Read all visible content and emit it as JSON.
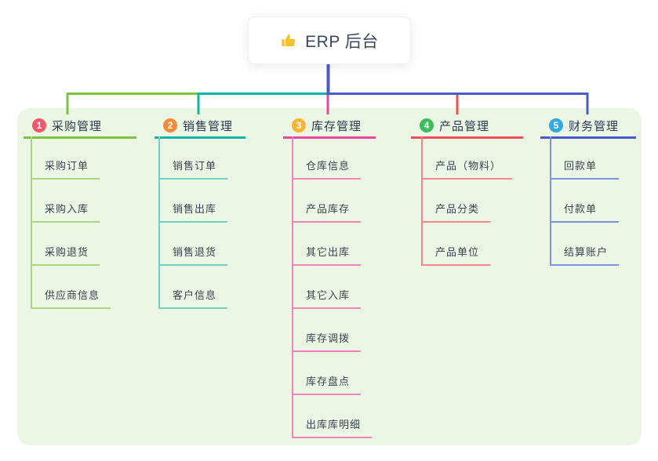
{
  "root": {
    "title": "ERP 后台",
    "icon": "thumbs-up-icon",
    "icon_color": "#f5c02e"
  },
  "colors": {
    "board_bg": "#ebf7e4",
    "root_line": "#4a5ac8",
    "title_text": "#3b4859"
  },
  "branches": [
    {
      "number": "1",
      "label": "采购管理",
      "badge_color": "#f5566b",
      "line_color": "#7cc342",
      "child_line_color": "#a9d67f",
      "children": [
        "采购订单",
        "采购入库",
        "采购退货",
        "供应商信息"
      ]
    },
    {
      "number": "2",
      "label": "销售管理",
      "badge_color": "#f6893b",
      "line_color": "#0fb5a8",
      "child_line_color": "#6fd0c5",
      "children": [
        "销售订单",
        "销售出库",
        "销售退货",
        "客户信息"
      ]
    },
    {
      "number": "3",
      "label": "库存管理",
      "badge_color": "#f9b232",
      "line_color": "#e8499b",
      "child_line_color": "#f283bb",
      "children": [
        "仓库信息",
        "产品库存",
        "其它出库",
        "其它入库",
        "库存调拨",
        "库存盘点",
        "出库库明细"
      ]
    },
    {
      "number": "4",
      "label": "产品管理",
      "badge_color": "#3cbd5d",
      "line_color": "#f34d55",
      "child_line_color": "#f4878b",
      "children": [
        "产品（物料）",
        "产品分类",
        "产品单位"
      ]
    },
    {
      "number": "5",
      "label": "财务管理",
      "badge_color": "#33a9e0",
      "line_color": "#4a5ac8",
      "child_line_color": "#8193d8",
      "children": [
        "回款单",
        "付款单",
        "结算账户"
      ]
    }
  ]
}
